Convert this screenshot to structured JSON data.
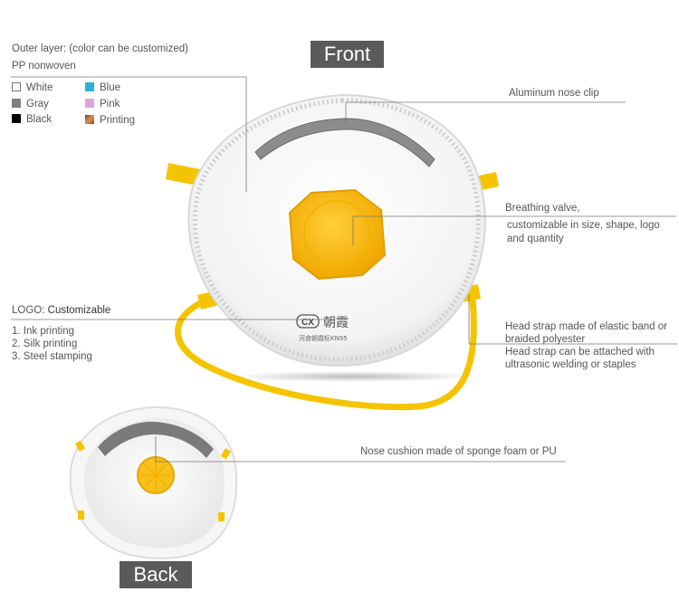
{
  "outer_layer": {
    "label": "Outer layer:",
    "note": "(color can be customized)",
    "material": "PP nonwoven"
  },
  "colors": [
    {
      "name": "White",
      "hex": "#ffffff",
      "border": "#777777"
    },
    {
      "name": "Blue",
      "hex": "#2bb2d3"
    },
    {
      "name": "Gray",
      "hex": "#808080"
    },
    {
      "name": "Pink",
      "hex": "#e3a4d6"
    },
    {
      "name": "Black",
      "hex": "#000000"
    },
    {
      "name": "Printing",
      "hex": "#b5652f"
    }
  ],
  "badges": {
    "front": "Front",
    "back": "Back"
  },
  "callouts": {
    "nose_clip": "Aluminum nose clip",
    "valve_title": "Breathing valve,",
    "valve_desc_1": "customizable in size, shape, logo",
    "valve_desc_2": "and quantity",
    "strap_1": "Head strap made of elastic band or",
    "strap_2": "braided polyester",
    "strap_3": "Head strap can be attached with",
    "strap_4": "ultrasonic welding or staples",
    "cushion": "Nose cushion made of sponge foam or PU"
  },
  "logo": {
    "label": "LOGO:",
    "value": "Customizable",
    "methods": [
      "1. Ink printing",
      "2. Silk printing",
      "3. Steel stamping"
    ]
  },
  "mask_print": {
    "brand": "CX",
    "chars": "朝霞",
    "small": "河食朝霞标KN95"
  },
  "palette": {
    "strap_yellow": "#f5c400",
    "valve_yellow": "#f7b81a",
    "mask_white": "#f4f4f4",
    "badge_gray": "#5a5a5a",
    "line_gray": "#777777"
  }
}
